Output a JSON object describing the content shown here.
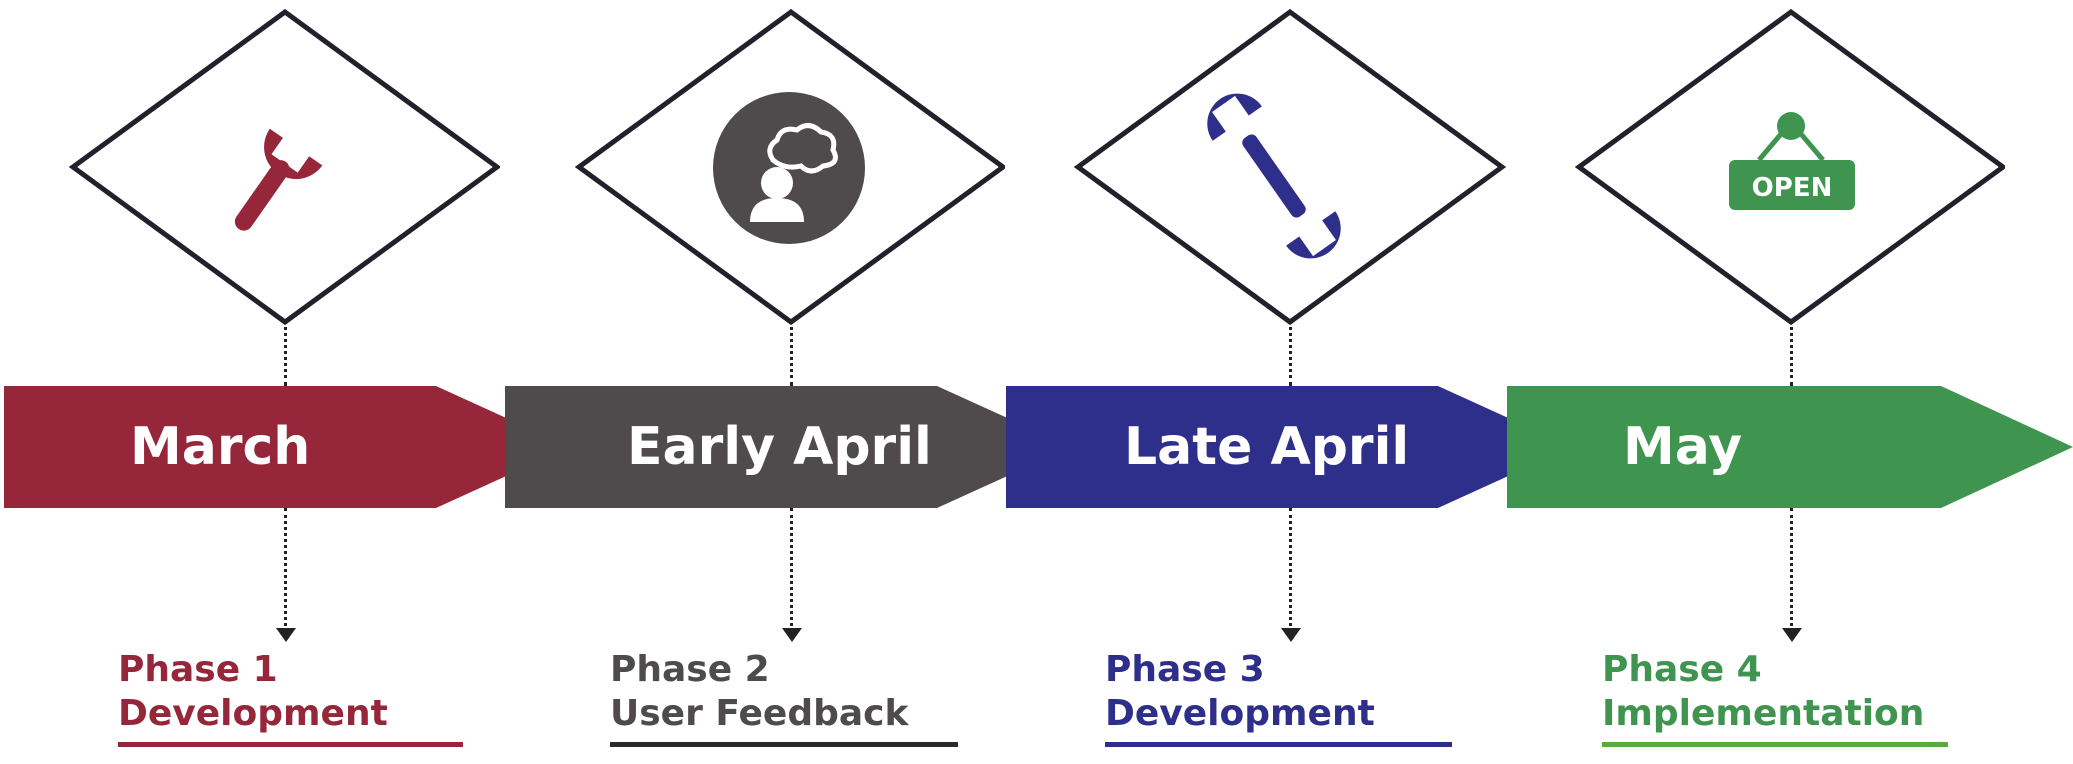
{
  "phases": [
    {
      "month": "March",
      "phase": "Phase 1",
      "title": "Development",
      "color": "#962639",
      "icon": "wrench-icon"
    },
    {
      "month": "Early April",
      "phase": "Phase 2",
      "title": "User Feedback",
      "color": "#4f4a4b",
      "icon": "user-thought-icon"
    },
    {
      "month": "Late April",
      "phase": "Phase 3",
      "title": "Development",
      "color": "#2e2f8a",
      "icon": "double-wrench-icon"
    },
    {
      "month": "May",
      "phase": "Phase 4",
      "title": "Implementation",
      "color": "#3f9550",
      "icon": "open-sign-icon",
      "sign_text": "OPEN"
    }
  ]
}
